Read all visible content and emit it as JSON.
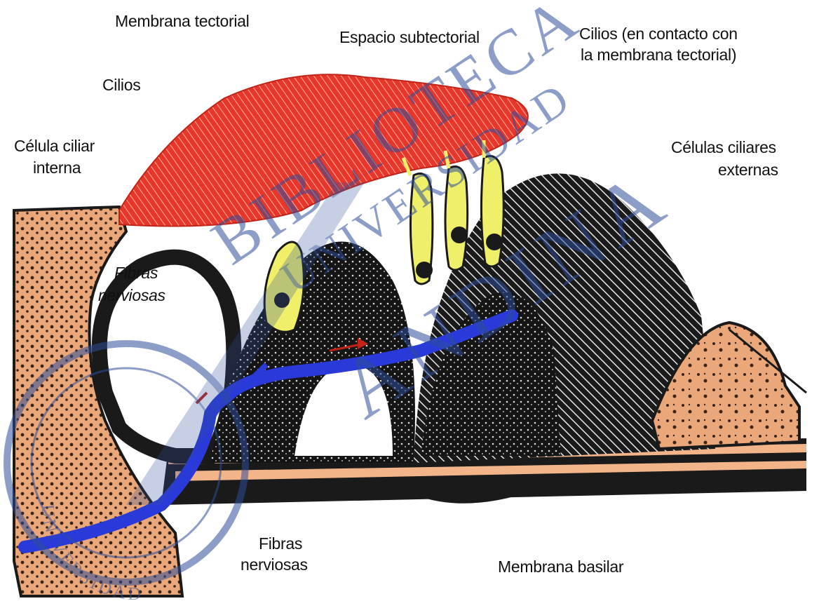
{
  "labels": {
    "membrana_tectorial": "Membrana tectorial",
    "espacio_subtectorial": "Espacio subtectorial",
    "cilios_contacto_line1": "Cilios (en contacto con",
    "cilios_contacto_line2": "la membrana tectorial)",
    "cilios": "Cilios",
    "celula_interna_line1": "Célula ciliar",
    "celula_interna_line2": "interna",
    "celulas_externas_line1": "Células ciliares",
    "celulas_externas_line2": "externas",
    "fibras_upper_line1": "Fibras",
    "fibras_upper_line2": "nerviosas",
    "fibras_lower_line1": "Fibras",
    "fibras_lower_line2": "nerviosas",
    "membrana_basilar": "Membrana basilar"
  },
  "watermark": {
    "arc_text": "UNIVERSIDAD",
    "big_text": "BIBLIOTECA",
    "mid_text": "UNIVERSIDAD",
    "bottom_text": "ANDINA",
    "color": "#2f4f9a"
  },
  "colors": {
    "tectorial": "#e8372a",
    "tectorial_hatch": "#ffb3a0",
    "tissue": "#e9a77a",
    "tissue_dots": "#3a2418",
    "cell_yellow": "#f0ef6a",
    "nerve_blue": "#2a3ad8",
    "dark": "#1a1a1a",
    "basilar": "#f3b48a"
  }
}
